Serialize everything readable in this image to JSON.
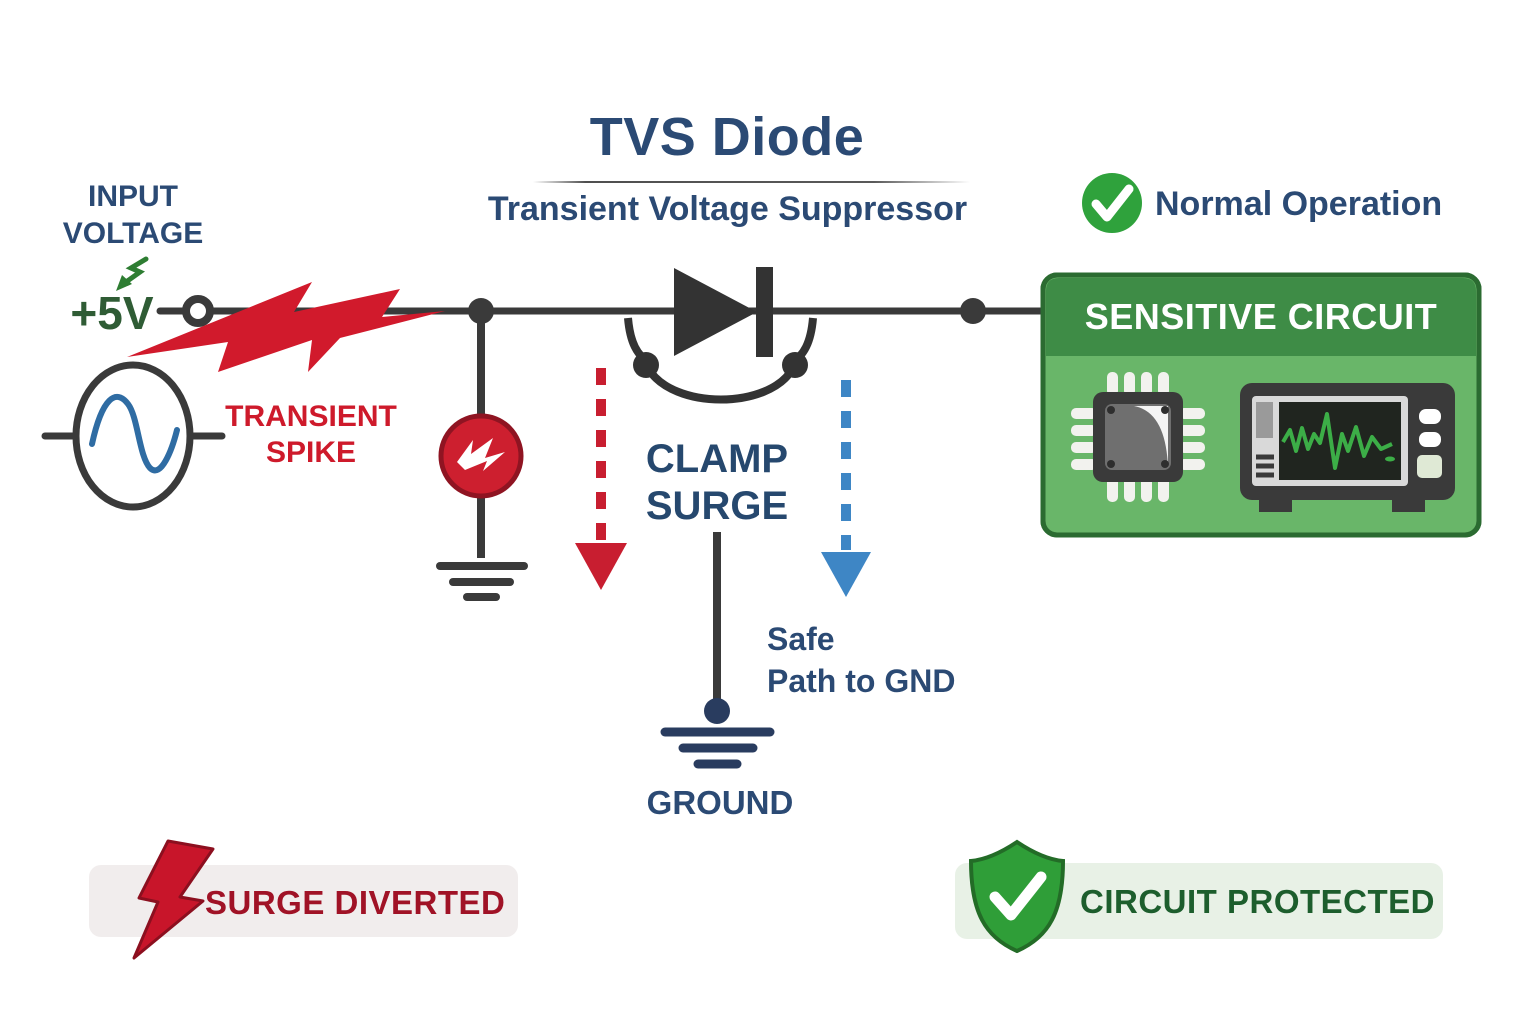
{
  "title": {
    "main": "TVS Diode",
    "subtitle": "Transient Voltage Suppressor"
  },
  "source": {
    "label1": "INPUT",
    "label2": "VOLTAGE",
    "voltage": "+5V",
    "spike1": "TRANSIENT",
    "spike2": "SPIKE"
  },
  "clamp": {
    "action1": "CLAMP",
    "action2": "SURGE",
    "safe1": "Safe",
    "safe2": "Path to GND",
    "ground": "GROUND"
  },
  "status": {
    "normal": "Normal Operation"
  },
  "circuit": {
    "title": "SENSITIVE CIRCUIT"
  },
  "badges": {
    "surge": "SURGE DIVERTED",
    "protected": "CIRCUIT PROTECTED"
  },
  "icons": {
    "normal_status": "check-circle",
    "surge_badge": "lightning-bolt",
    "protected_badge": "shield-check",
    "clamp_device": "tvs-clamp-red-circle",
    "input_source": "ac-sine-source",
    "load_icons": [
      "microchip",
      "oscilloscope"
    ]
  },
  "colors": {
    "navy": "#2b4a74",
    "red": "#ce1a2b",
    "dark_red_text": "#a01226",
    "blue": "#3e86c5",
    "green": "#2fa23c",
    "dark_green_text": "#1d5e2d",
    "supply_green": "#2f5c35",
    "box_header": "#3e8c46",
    "box_body": "#69b669",
    "box_border": "#2b6b31",
    "wire": "#3a3a3a",
    "sine_blue": "#2f6ca3"
  }
}
